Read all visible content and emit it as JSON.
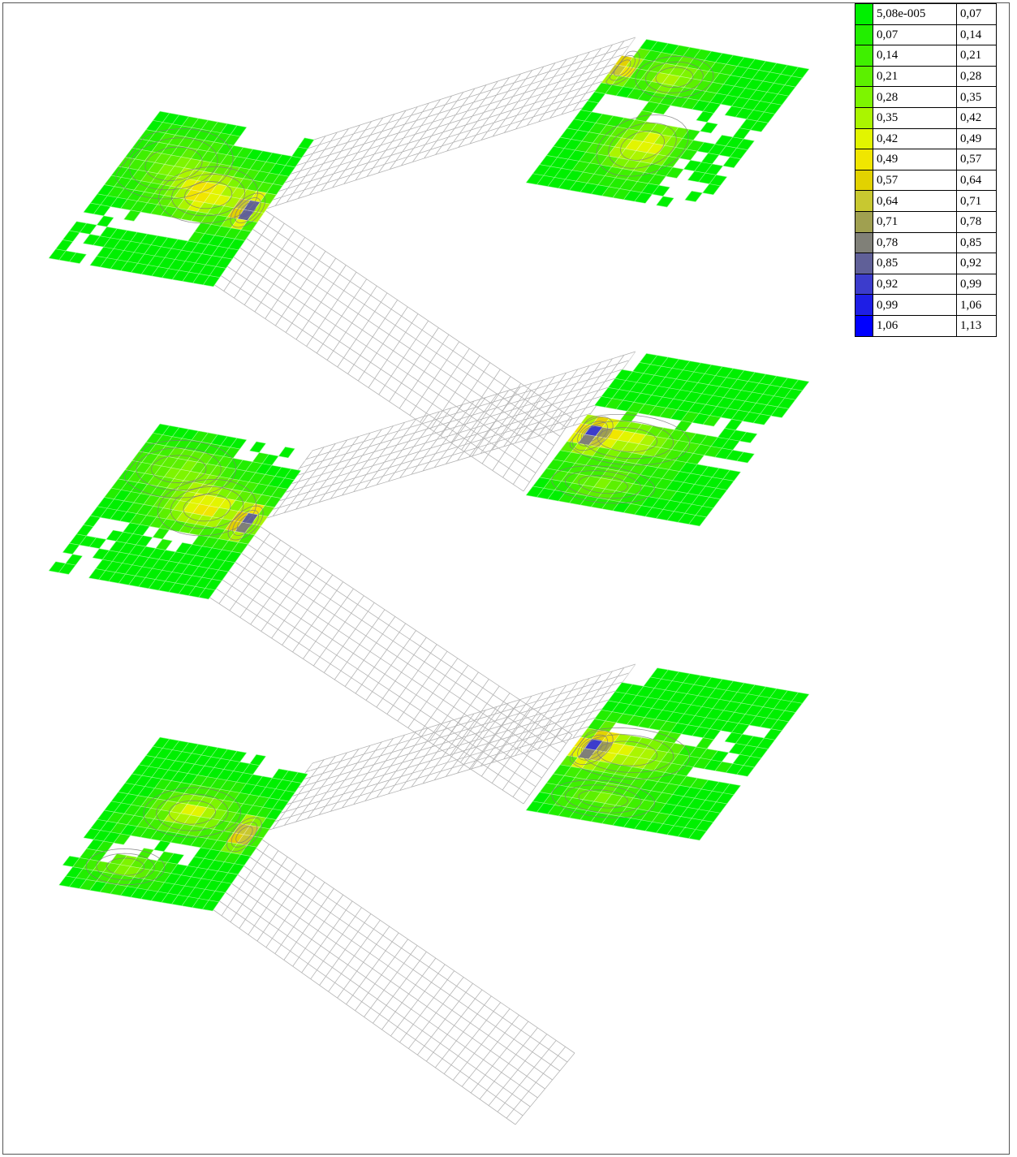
{
  "legend": {
    "rows": [
      {
        "from": "5,08e-005",
        "to": "0,07",
        "color": "#00f000"
      },
      {
        "from": "0,07",
        "to": "0,14",
        "color": "#22ee00"
      },
      {
        "from": "0,14",
        "to": "0,21",
        "color": "#3ff000"
      },
      {
        "from": "0,21",
        "to": "0,28",
        "color": "#5cf000"
      },
      {
        "from": "0,28",
        "to": "0,35",
        "color": "#7df500"
      },
      {
        "from": "0,35",
        "to": "0,42",
        "color": "#aaf500"
      },
      {
        "from": "0,42",
        "to": "0,49",
        "color": "#e2f500"
      },
      {
        "from": "0,49",
        "to": "0,57",
        "color": "#f0e600"
      },
      {
        "from": "0,57",
        "to": "0,64",
        "color": "#e2d200"
      },
      {
        "from": "0,64",
        "to": "0,71",
        "color": "#c8c830"
      },
      {
        "from": "0,71",
        "to": "0,78",
        "color": "#a0a050"
      },
      {
        "from": "0,78",
        "to": "0,85",
        "color": "#808078"
      },
      {
        "from": "0,85",
        "to": "0,92",
        "color": "#606098"
      },
      {
        "from": "0,92",
        "to": "0,99",
        "color": "#3c3ccc"
      },
      {
        "from": "0,99",
        "to": "1,06",
        "color": "#1e1ee6"
      },
      {
        "from": "1,06",
        "to": "1,13",
        "color": "#0000ff"
      }
    ]
  },
  "scene": {
    "landings": [
      {
        "name": "landing-left-1"
      },
      {
        "name": "landing-right-1"
      },
      {
        "name": "landing-left-2"
      },
      {
        "name": "landing-right-2"
      },
      {
        "name": "landing-left-3"
      },
      {
        "name": "landing-right-3"
      }
    ],
    "flights": [
      {
        "name": "flight-1-up"
      },
      {
        "name": "flight-1-down"
      },
      {
        "name": "flight-2-up"
      },
      {
        "name": "flight-2-down"
      },
      {
        "name": "flight-3-up"
      },
      {
        "name": "flight-3-down"
      }
    ]
  }
}
